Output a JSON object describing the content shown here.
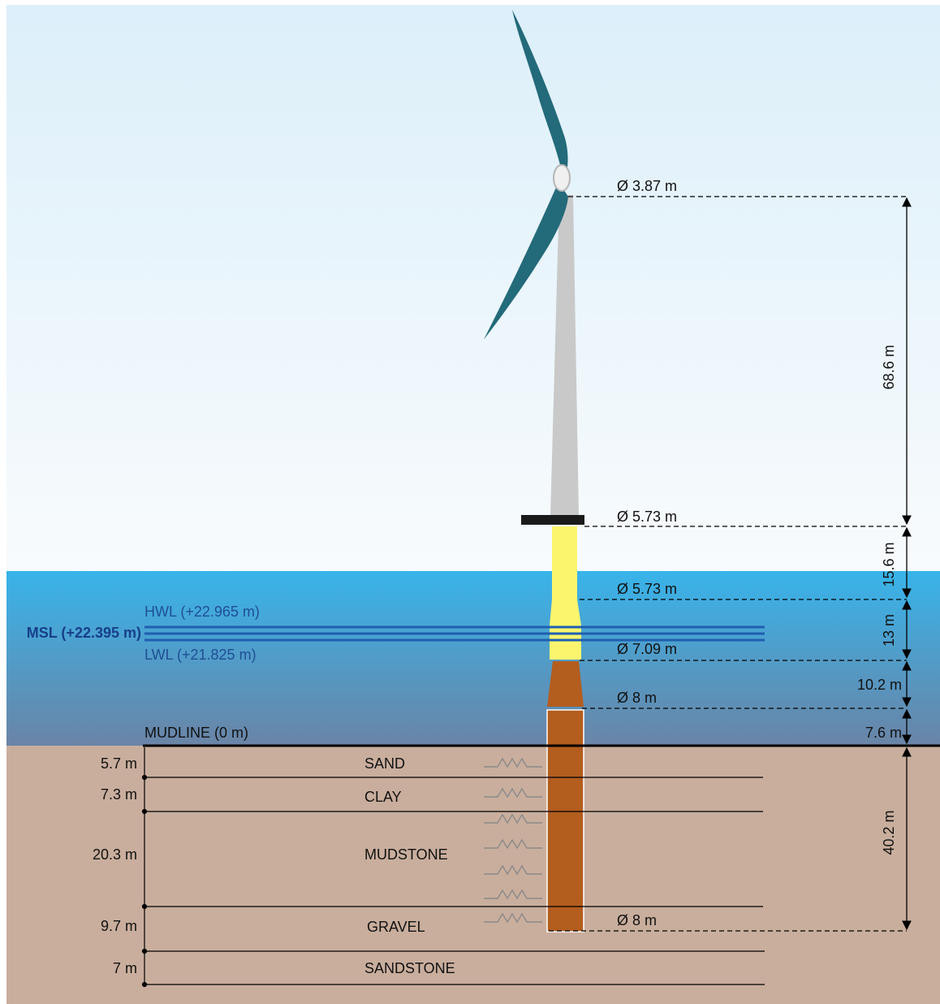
{
  "colors": {
    "sky_top": "#dceffa",
    "sky_bottom": "#f8fbfd",
    "sea_top": "#38b4ea",
    "sea_bottom": "#6a84a6",
    "soil": "#c9ae9d",
    "tower": "#c9c9c9",
    "blade": "#236a7a",
    "transition_piece": "#fbf56e",
    "monopile": "#b35d1e",
    "water_line": "#1f5fb0",
    "water_label": "#1f4f96",
    "msl_label": "#173f8a"
  },
  "water_levels": {
    "hwl": "HWL (+22.965 m)",
    "msl": "MSL (+22.395 m)",
    "lwl": "LWL (+21.825 m)",
    "mudline": "MUDLINE (0 m)"
  },
  "diameters": [
    "Ø 3.87 m",
    "Ø 5.73 m",
    "Ø 5.73 m",
    "Ø 7.09 m",
    "Ø 8 m",
    "Ø 8 m"
  ],
  "segment_heights": [
    "68.6 m",
    "15.6 m",
    "13 m",
    "10.2 m",
    "7.6 m",
    "40.2 m"
  ],
  "soil_layers": [
    {
      "name": "SAND",
      "thickness": "5.7 m"
    },
    {
      "name": "CLAY",
      "thickness": "7.3 m"
    },
    {
      "name": "MUDSTONE",
      "thickness": "20.3 m"
    },
    {
      "name": "GRAVEL",
      "thickness": "9.7 m"
    },
    {
      "name": "SANDSTONE",
      "thickness": "7 m"
    }
  ]
}
